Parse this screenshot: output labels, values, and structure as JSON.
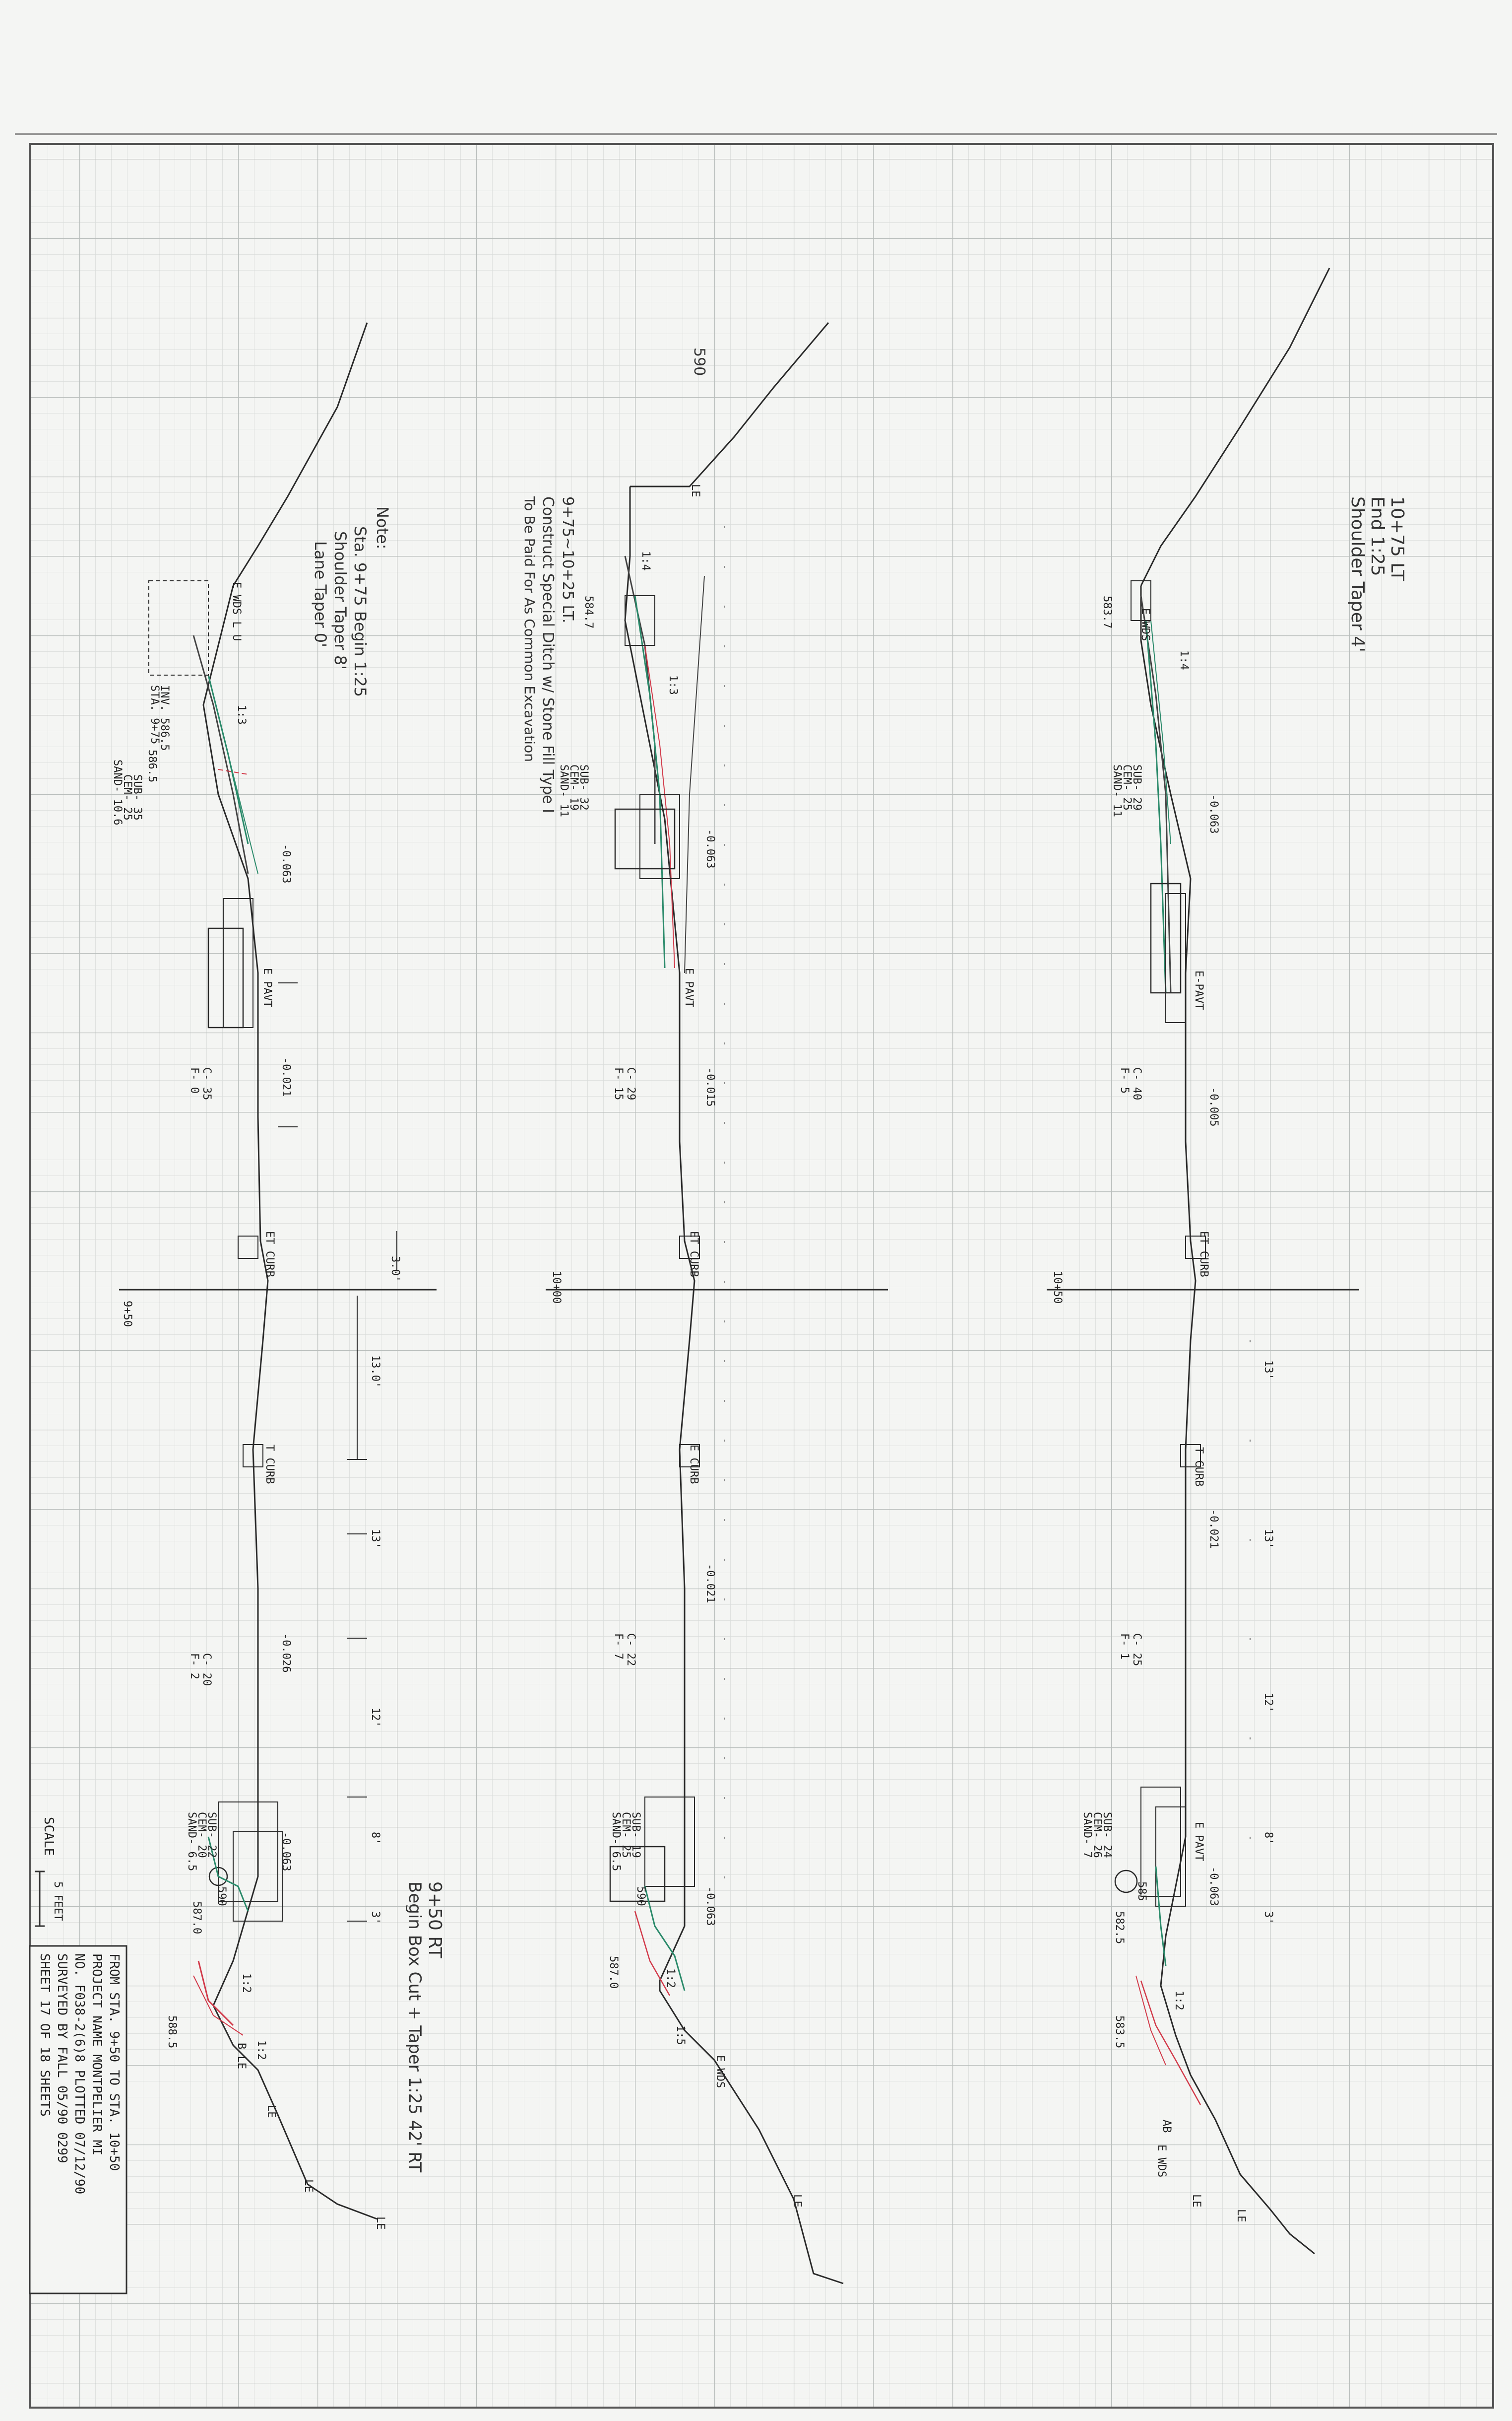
{
  "sections": [
    {
      "station": "9+50",
      "labels": {
        "e_wds": "E WDS L U",
        "e_pavt": "E PAVT",
        "et_curb": "ET CURB",
        "t_curb": "T CURB",
        "b_le": "B LE",
        "le1": "LE",
        "le2": "LE",
        "le3": "LE"
      },
      "elevations": {
        "left_inv": "586.5",
        "right_top": "590",
        "right_low": "587.0",
        "right_ditch": "588.5"
      },
      "slopes": {
        "s1": "-0.063",
        "s2": "-0.021",
        "s3": "-0.026",
        "s4": "-0.063",
        "side_l": "1:3",
        "side_r1": "1:2",
        "side_r2": "1:2"
      },
      "cut_fill_left": {
        "c": "C- 35",
        "f": "F- 0"
      },
      "cut_fill_right": {
        "c": "C- 20",
        "f": "F- 2"
      },
      "quantities_left": {
        "sub": "SUB- 35",
        "cem": "CEM- 25",
        "sand": "SAND- 10.6"
      },
      "quantities_right": {
        "sub": "SUB- 22",
        "cem": "CEM- 20",
        "sand": "SAND- 6.5"
      },
      "inv_note": "INV. 586.5",
      "sta_note": "STA. 9+75",
      "dims": {
        "d1": "3.0'",
        "d2": "13.0'",
        "d3": "13'",
        "d4": "12'",
        "d5": "8'",
        "d6": "3'"
      }
    },
    {
      "station": "10+00",
      "labels": {
        "le_top": "LE",
        "e_pavt": "E PAVT",
        "et_curb": "ET CURB",
        "e_curb": "E CURB",
        "e_wds": "E WDS",
        "le": "LE"
      },
      "elevations": {
        "top": "590",
        "left": "584.7",
        "right_top": "590",
        "right_low": "587.0"
      },
      "slopes": {
        "s1": "-0.063",
        "s2": "-0.015",
        "s3": "-0.021",
        "s4": "-0.063",
        "side_l1": "1:4",
        "side_l2": "1:3",
        "side_r1": "1:2",
        "side_r2": "1:5"
      },
      "cut_fill_left": {
        "c": "C- 29",
        "f": "F- 15"
      },
      "cut_fill_right": {
        "c": "C- 22",
        "f": "F- 7"
      },
      "quantities_left": {
        "sub": "SUB- 32",
        "cem": "CEM- 19",
        "sand": "SAND- 11"
      },
      "quantities_right": {
        "sub": "SUB- 19",
        "cem": "CEM- 25",
        "sand": "SAND- 6.5"
      }
    },
    {
      "station": "10+50",
      "labels": {
        "e_wds": "E WDS",
        "e_pavt": "E-PAVT",
        "et_curb": "ET CURB",
        "t_curb": "T CURB",
        "e_pavt_r": "E PAVT",
        "e_wds_r": "E WDS",
        "ab": "AB",
        "le1": "LE",
        "le2": "LE"
      },
      "elevations": {
        "left": "583.7",
        "right_top": "585",
        "right_mid": "582.5",
        "right_low": "583.5"
      },
      "slopes": {
        "s1": "-0.063",
        "s2": "-0.005",
        "s3": "-0.021",
        "s4": "-0.063",
        "side_l": "1:4",
        "side_r": "1:2"
      },
      "cut_fill_left": {
        "c": "C- 40",
        "f": "F- 5"
      },
      "cut_fill_right": {
        "c": "C- 25",
        "f": "F- 1"
      },
      "quantities_left": {
        "sub": "SUB- 29",
        "cem": "CEM- 25",
        "sand": "SAND- 11"
      },
      "quantities_right": {
        "sub": "SUB- 24",
        "cem": "CEM- 26",
        "sand": "SAND- 7"
      },
      "dims": {
        "d1": "13'",
        "d2": "13'",
        "d3": "12'",
        "d4": "8'",
        "d5": "3'"
      }
    }
  ],
  "notes": {
    "note_title": "Note:",
    "note_1": "Sta. 9+75 Begin 1:25",
    "note_2": "Shoulder Taper 8'",
    "note_3": "Lane Taper 0'",
    "ditch_1": "9+75~10+25 LT.",
    "ditch_2": "Construct Special Ditch w/ Stone Fill Type I",
    "ditch_3": "To Be Paid For As Common Excavation",
    "end_1": "10+75 LT",
    "end_2": "End 1:25",
    "end_3": "Shoulder Taper 4'",
    "begin_1": "9+50 RT",
    "begin_2": "Begin Box Cut + Taper 1:25 42' RT",
    "left_elev_top": "590"
  },
  "title_block": {
    "line1": "FROM STA.  9+50    TO STA.  10+50",
    "line2": "PROJECT NAME  MONTPELIER MI",
    "line3": "NO.  F038-2(6)8       PLOTTED 07/12/90",
    "line4": "SURVEYED BY   FALL          05/90  0299",
    "line5": "SHEET  17  OF  18  SHEETS"
  },
  "scale": {
    "label": "SCALE",
    "unit": "5 FEET"
  },
  "colors": {
    "grid_minor": "#d6dad8",
    "grid_major": "#b9bebc",
    "ink": "#2a2a2a",
    "green": "#3a8a6f",
    "red": "#d23a4a"
  }
}
